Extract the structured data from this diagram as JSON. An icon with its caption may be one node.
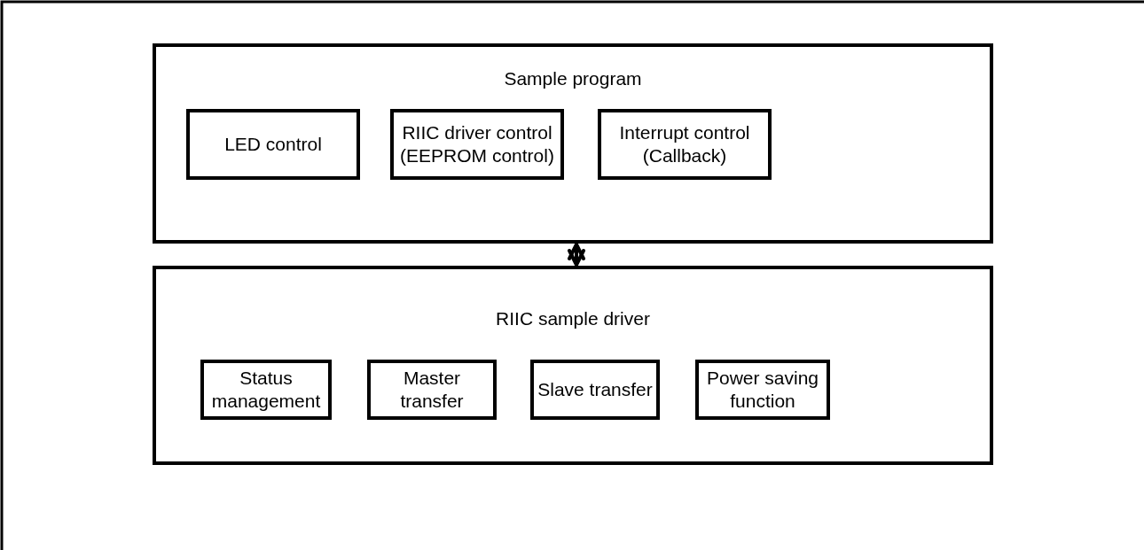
{
  "diagram": {
    "nodes": [
      {
        "text": [
          "Sample program"
        ]
      },
      {
        "text": [
          "LED control"
        ],
        "in": 0
      },
      {
        "text": [
          "RIIC driver control (EEPROM control)"
        ],
        "in": 0
      },
      {
        "text": [
          "Interrupt control (Callback)"
        ],
        "in": 0
      },
      {
        "text": [
          "RIIC sample driver"
        ]
      },
      {
        "text": [
          "Status management"
        ],
        "in": 4
      },
      {
        "text": [
          "Master transfer"
        ],
        "in": 4
      },
      {
        "text": [
          "Slave transfer"
        ],
        "in": 4
      },
      {
        "text": [
          "Power saving function"
        ],
        "in": 4
      }
    ],
    "edges": [
      {
        "from": 0,
        "to": 4,
        "arrow": "both"
      }
    ]
  }
}
